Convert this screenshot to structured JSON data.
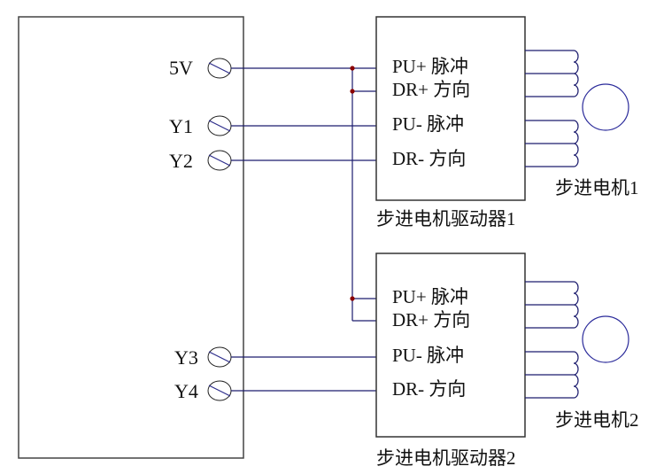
{
  "controller": {
    "terminals": [
      {
        "id": "5v",
        "label": "5V"
      },
      {
        "id": "y1",
        "label": "Y1"
      },
      {
        "id": "y2",
        "label": "Y2"
      },
      {
        "id": "y3",
        "label": "Y3"
      },
      {
        "id": "y4",
        "label": "Y4"
      }
    ]
  },
  "drivers": [
    {
      "caption": "步进电机驱动器1",
      "pins": [
        {
          "label": "PU+ 脉冲"
        },
        {
          "label": "DR+ 方向"
        },
        {
          "label": "PU- 脉冲"
        },
        {
          "label": "DR- 方向"
        }
      ],
      "motor_label": "步进电机1"
    },
    {
      "caption": "步进电机驱动器2",
      "pins": [
        {
          "label": "PU+ 脉冲"
        },
        {
          "label": "DR+ 方向"
        },
        {
          "label": "PU- 脉冲"
        },
        {
          "label": "DR- 方向"
        }
      ],
      "motor_label": "步进电机2"
    }
  ],
  "colors": {
    "wire": "#1c1c6e",
    "box": "#333333",
    "junction": "#8b0000",
    "motor": "#2a2a9a"
  }
}
